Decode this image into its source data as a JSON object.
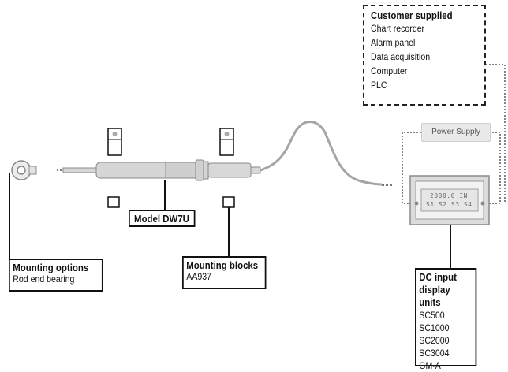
{
  "customer_supplied": {
    "title": "Customer supplied",
    "items": [
      "Chart recorder",
      "Alarm panel",
      "Data acquisition",
      "Computer",
      "PLC"
    ]
  },
  "power_supply": {
    "label": "Power Supply"
  },
  "model": {
    "label": "Model DW7U"
  },
  "mounting_options": {
    "title": "Mounting options",
    "value": "Rod end bearing"
  },
  "mounting_blocks": {
    "title": "Mounting blocks",
    "value": "AA937"
  },
  "dc_units": {
    "title_line1": "DC input",
    "title_line2": "display units",
    "items": [
      "SC500",
      "SC1000",
      "SC2000",
      "SC3004",
      "GM-A"
    ]
  },
  "display_unit": {
    "row1": "2000.0 IN",
    "row2": "S1 S2 S3 S4"
  },
  "colors": {
    "line": "#111111",
    "dotted": "#333333",
    "device_fill": "#dcdcdc",
    "device_stroke": "#8a8a8a"
  }
}
